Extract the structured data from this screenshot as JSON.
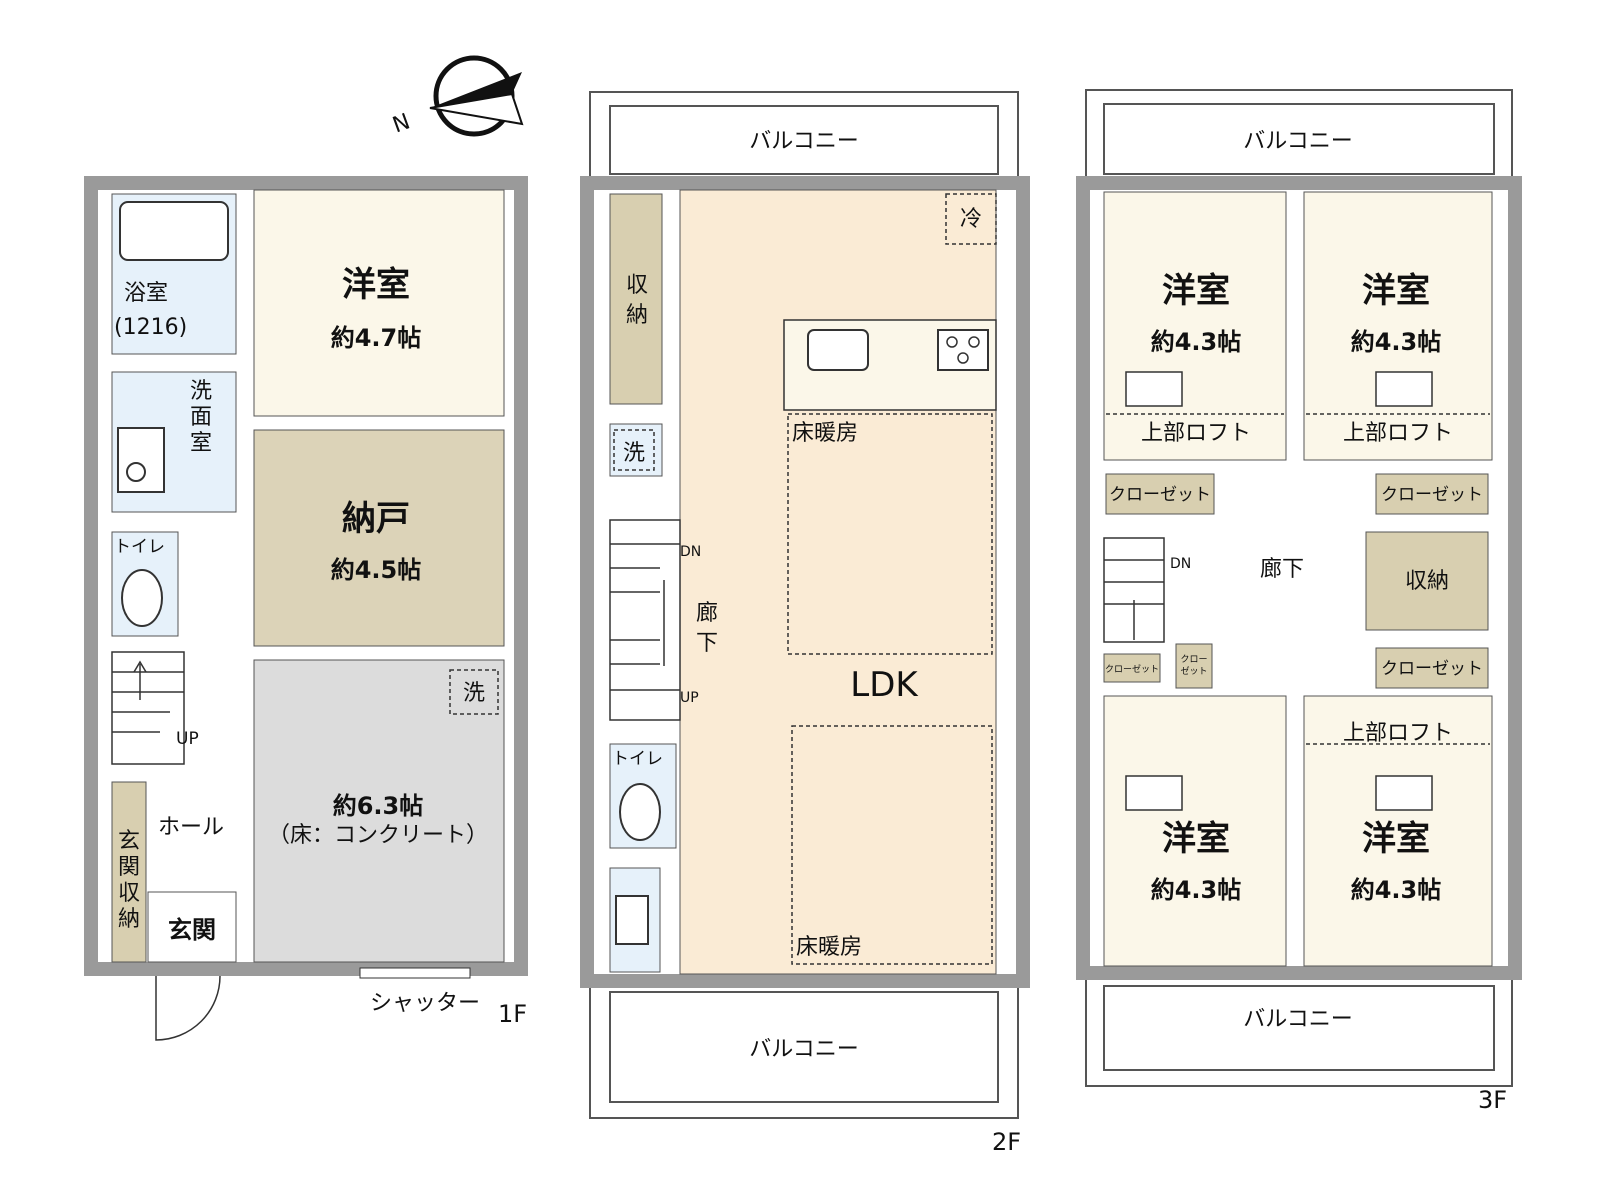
{
  "compass": {
    "north_label": "N"
  },
  "floor1": {
    "label": "1F",
    "bath": {
      "name": "浴室",
      "size": "(1216)"
    },
    "washroom": {
      "name": [
        "洗",
        "面",
        "室"
      ]
    },
    "toilet": "トイレ",
    "western_room": {
      "name": "洋室",
      "size": "約4.7帖"
    },
    "storage_room": {
      "name": "納戸",
      "size": "約4.5帖"
    },
    "garage": {
      "size": "約6.3帖",
      "note": "（床：コンクリート）",
      "washer": "洗"
    },
    "stairs_up": "UP",
    "hall": "ホール",
    "entrance_storage": [
      "玄",
      "関",
      "収",
      "納"
    ],
    "entrance": "玄関",
    "shutter": "シャッター"
  },
  "floor2": {
    "label": "2F",
    "balcony_top": "バルコニー",
    "balcony_bottom": "バルコニー",
    "storage": [
      "収",
      "納"
    ],
    "fridge": "冷",
    "washer": "洗",
    "floor_heating_1": "床暖房",
    "floor_heating_2": "床暖房",
    "ldk": "LDK",
    "stairs_dn": "DN",
    "stairs_up": "UP",
    "corridor": [
      "廊",
      "下"
    ],
    "toilet": "トイレ"
  },
  "floor3": {
    "label": "3F",
    "balcony_top": "バルコニー",
    "balcony_bottom": "バルコニー",
    "rooms": [
      {
        "name": "洋室",
        "size": "約4.3帖"
      },
      {
        "name": "洋室",
        "size": "約4.3帖"
      },
      {
        "name": "洋室",
        "size": "約4.3帖"
      },
      {
        "name": "洋室",
        "size": "約4.3帖"
      }
    ],
    "loft": [
      "上部ロフト",
      "上部ロフト",
      "上部ロフト"
    ],
    "closet": [
      "クローゼット",
      "クローゼット",
      "クローゼット"
    ],
    "closet_small": "クローゼット",
    "closet_tiny": [
      "クロー",
      "ゼット"
    ],
    "corridor": "廊下",
    "storage": "収納",
    "stairs_dn": "DN"
  },
  "colors": {
    "wall": "#9a9a9a",
    "western": "#fbf7e9",
    "storage_room": "#dcd3b8",
    "storage": "#d8cfb0",
    "garage": "#dcdcdc",
    "wet": "#e6f1fa",
    "ldk": "#faebd5"
  }
}
